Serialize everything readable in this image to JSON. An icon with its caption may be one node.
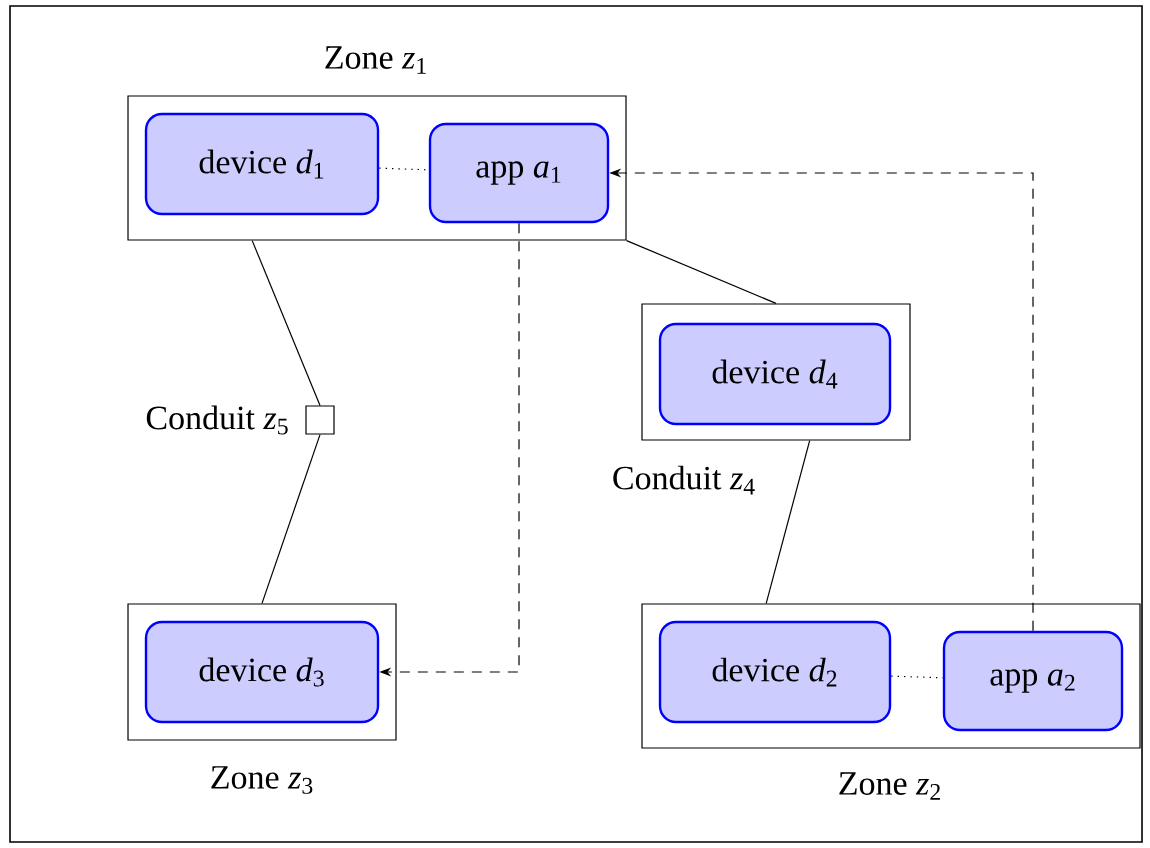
{
  "diagram": {
    "nodes": [
      {
        "text": [
          "Zone *z*$_{1}$"
        ]
      },
      {
        "text": [
          "device *d*$_{1}$"
        ],
        "in": 0
      },
      {
        "text": [
          "app *a*$_{1}$"
        ],
        "in": 0
      },
      {
        "text": [
          "Conduit *z*$_{5}$"
        ]
      },
      {
        "text": [
          "Conduit *z*$_{4}$"
        ]
      },
      {
        "text": [
          "device *d*$_{4}$"
        ],
        "in": 4
      },
      {
        "text": [
          "Zone *z*$_{3}$"
        ]
      },
      {
        "text": [
          "device *d*$_{3}$"
        ],
        "in": 6
      },
      {
        "text": [
          "Zone *z*$_{2}$"
        ]
      },
      {
        "text": [
          "device *d*$_{2}$"
        ],
        "in": 8
      },
      {
        "text": [
          "app *a*$_{2}$"
        ],
        "in": 8
      }
    ],
    "edges": [
      {
        "from": 1,
        "to": 2,
        "arrow": "none",
        "style": "dashed"
      },
      {
        "from": 0,
        "to": 3,
        "arrow": "none"
      },
      {
        "from": 3,
        "to": 6,
        "arrow": "none"
      },
      {
        "from": 0,
        "to": 4,
        "arrow": "none"
      },
      {
        "from": 4,
        "to": 8,
        "arrow": "none"
      },
      {
        "from": 2,
        "to": 7,
        "arrow": "to",
        "style": "dashed"
      },
      {
        "from": 10,
        "to": 2,
        "arrow": "to",
        "style": "dashed"
      },
      {
        "from": 9,
        "to": 10,
        "arrow": "none",
        "style": "dashed"
      }
    ]
  }
}
